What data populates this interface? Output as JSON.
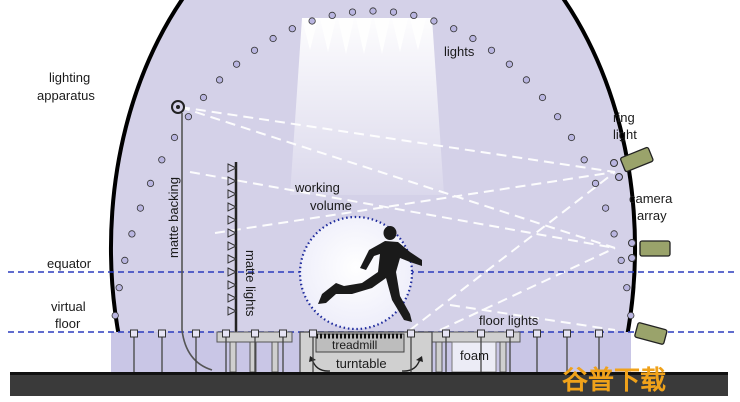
{
  "labels": {
    "lighting_apparatus_1": "lighting",
    "lighting_apparatus_2": "apparatus",
    "lights": "lights",
    "ring_light_1": "ring",
    "ring_light_2": "light",
    "camera_array_1": "camera",
    "camera_array_2": "array",
    "matte_backing": "matte backing",
    "matte_lights": "matte lights",
    "working_volume_1": "working",
    "working_volume_2": "volume",
    "equator": "equator",
    "virtual_floor_1": "virtual",
    "virtual_floor_2": "floor",
    "floor_lights": "floor lights",
    "treadmill": "treadmill",
    "turntable": "turntable",
    "foam": "foam"
  },
  "watermark": "谷普下载",
  "colors": {
    "dome_fill": "#d4d1e8",
    "dome_outline": "#000000",
    "bulb": "#b9b5e0",
    "guide_line": "#2b3bbd",
    "light_beam": "#ffffff",
    "floor_band": "#c9c6e6",
    "ground": "#3a3a3a",
    "camera": "#9aa36b",
    "watermark": "#f0a21a"
  }
}
